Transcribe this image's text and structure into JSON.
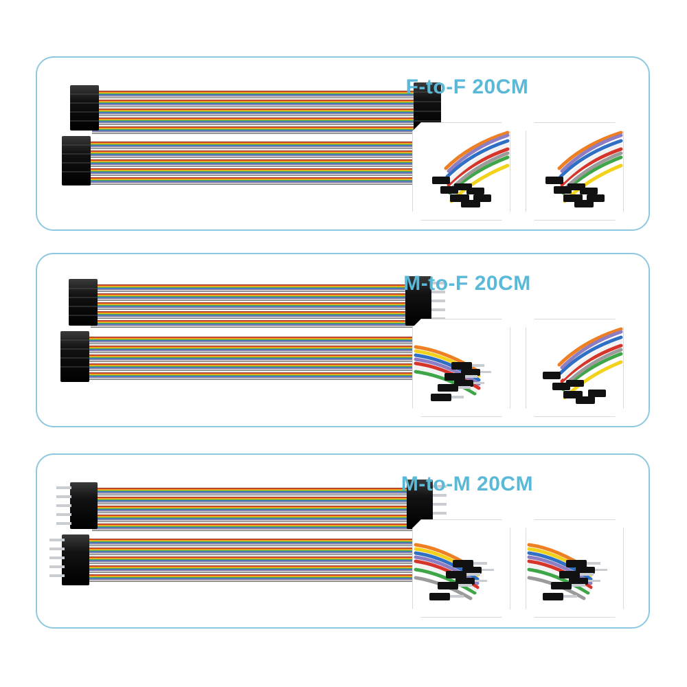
{
  "page": {
    "background_color": "#ffffff",
    "accent_color": "#5bb9d8",
    "panel_border_color": "#8ec8e0",
    "thumb_border_color": "#d9d9d9"
  },
  "panels": [
    {
      "id": "f-to-f",
      "title": "F-to-F 20CM",
      "left_connector": "female",
      "right_connector": "female",
      "length_label": "20CM",
      "thumbnails": [
        {
          "caption": "female-ends-closeup-left",
          "end_type": "female"
        },
        {
          "caption": "female-ends-closeup-right",
          "end_type": "female"
        }
      ]
    },
    {
      "id": "m-to-f",
      "title": "M-to-F 20CM",
      "left_connector": "female",
      "right_connector": "male",
      "length_label": "20CM",
      "thumbnails": [
        {
          "caption": "male-ends-closeup",
          "end_type": "male"
        },
        {
          "caption": "female-ends-closeup",
          "end_type": "female"
        }
      ]
    },
    {
      "id": "m-to-m",
      "title": "M-to-M 20CM",
      "left_connector": "male",
      "right_connector": "male",
      "length_label": "20CM",
      "thumbnails": [
        {
          "caption": "male-ends-closeup-left",
          "end_type": "male"
        },
        {
          "caption": "male-ends-closeup-right",
          "end_type": "male"
        }
      ]
    }
  ],
  "ribbon_colors": [
    "#6d4320",
    "#d6352b",
    "#ef7f23",
    "#f3d21c",
    "#3ea648",
    "#2f6fc4",
    "#8d7ec4",
    "#9b9b9b",
    "#f2f2f2",
    "#2a2a2a"
  ],
  "connector_housing_color": "#161616",
  "connector_pin_color": "#c9cdd2"
}
